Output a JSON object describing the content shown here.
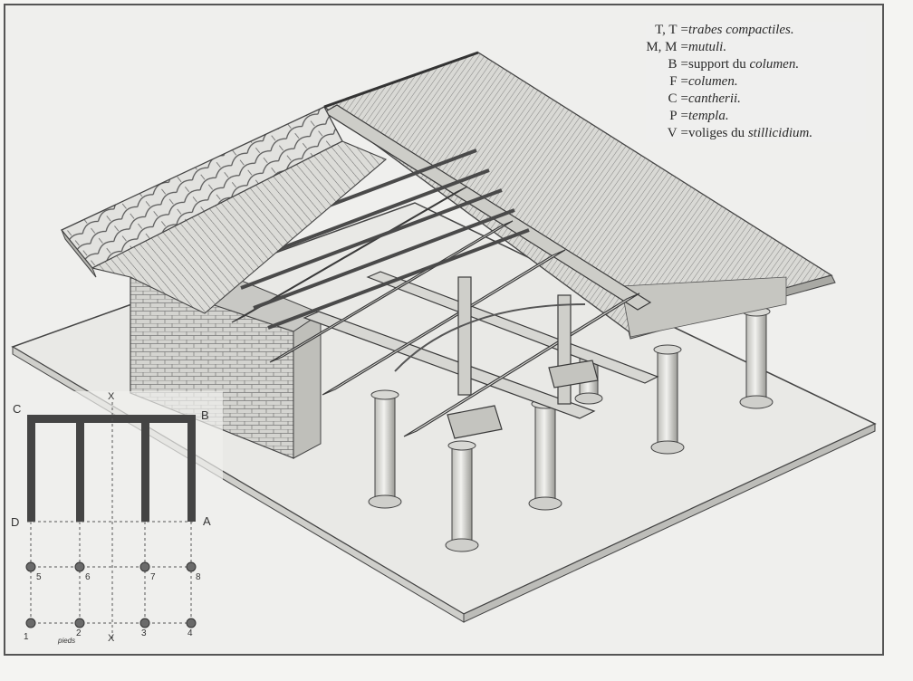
{
  "legend": [
    {
      "key": "T, T",
      "pre": "",
      "term": "trabes compactiles.",
      "post": ""
    },
    {
      "key": "M, M",
      "pre": "",
      "term": "mutuli.",
      "post": ""
    },
    {
      "key": "B",
      "pre": "support du ",
      "term": "columen.",
      "post": ""
    },
    {
      "key": "F",
      "pre": "",
      "term": "columen.",
      "post": ""
    },
    {
      "key": "C",
      "pre": "",
      "term": "cantherii.",
      "post": ""
    },
    {
      "key": "P",
      "pre": "",
      "term": "templa.",
      "post": ""
    },
    {
      "key": "V",
      "pre": "voliges du ",
      "term": "stillicidium.",
      "post": ""
    }
  ],
  "plan": {
    "corner_labels": {
      "a": "A",
      "b": "B",
      "c": "C",
      "d": "D"
    },
    "axis_labels": {
      "top": "X",
      "bottom": "X"
    },
    "column_numbers": [
      "1",
      "2",
      "3",
      "4",
      "5",
      "6",
      "7",
      "8"
    ],
    "scale_label": "pieds"
  },
  "colors": {
    "ink": "#2a2a2a",
    "paper": "#efefed",
    "frame": "#555555"
  }
}
